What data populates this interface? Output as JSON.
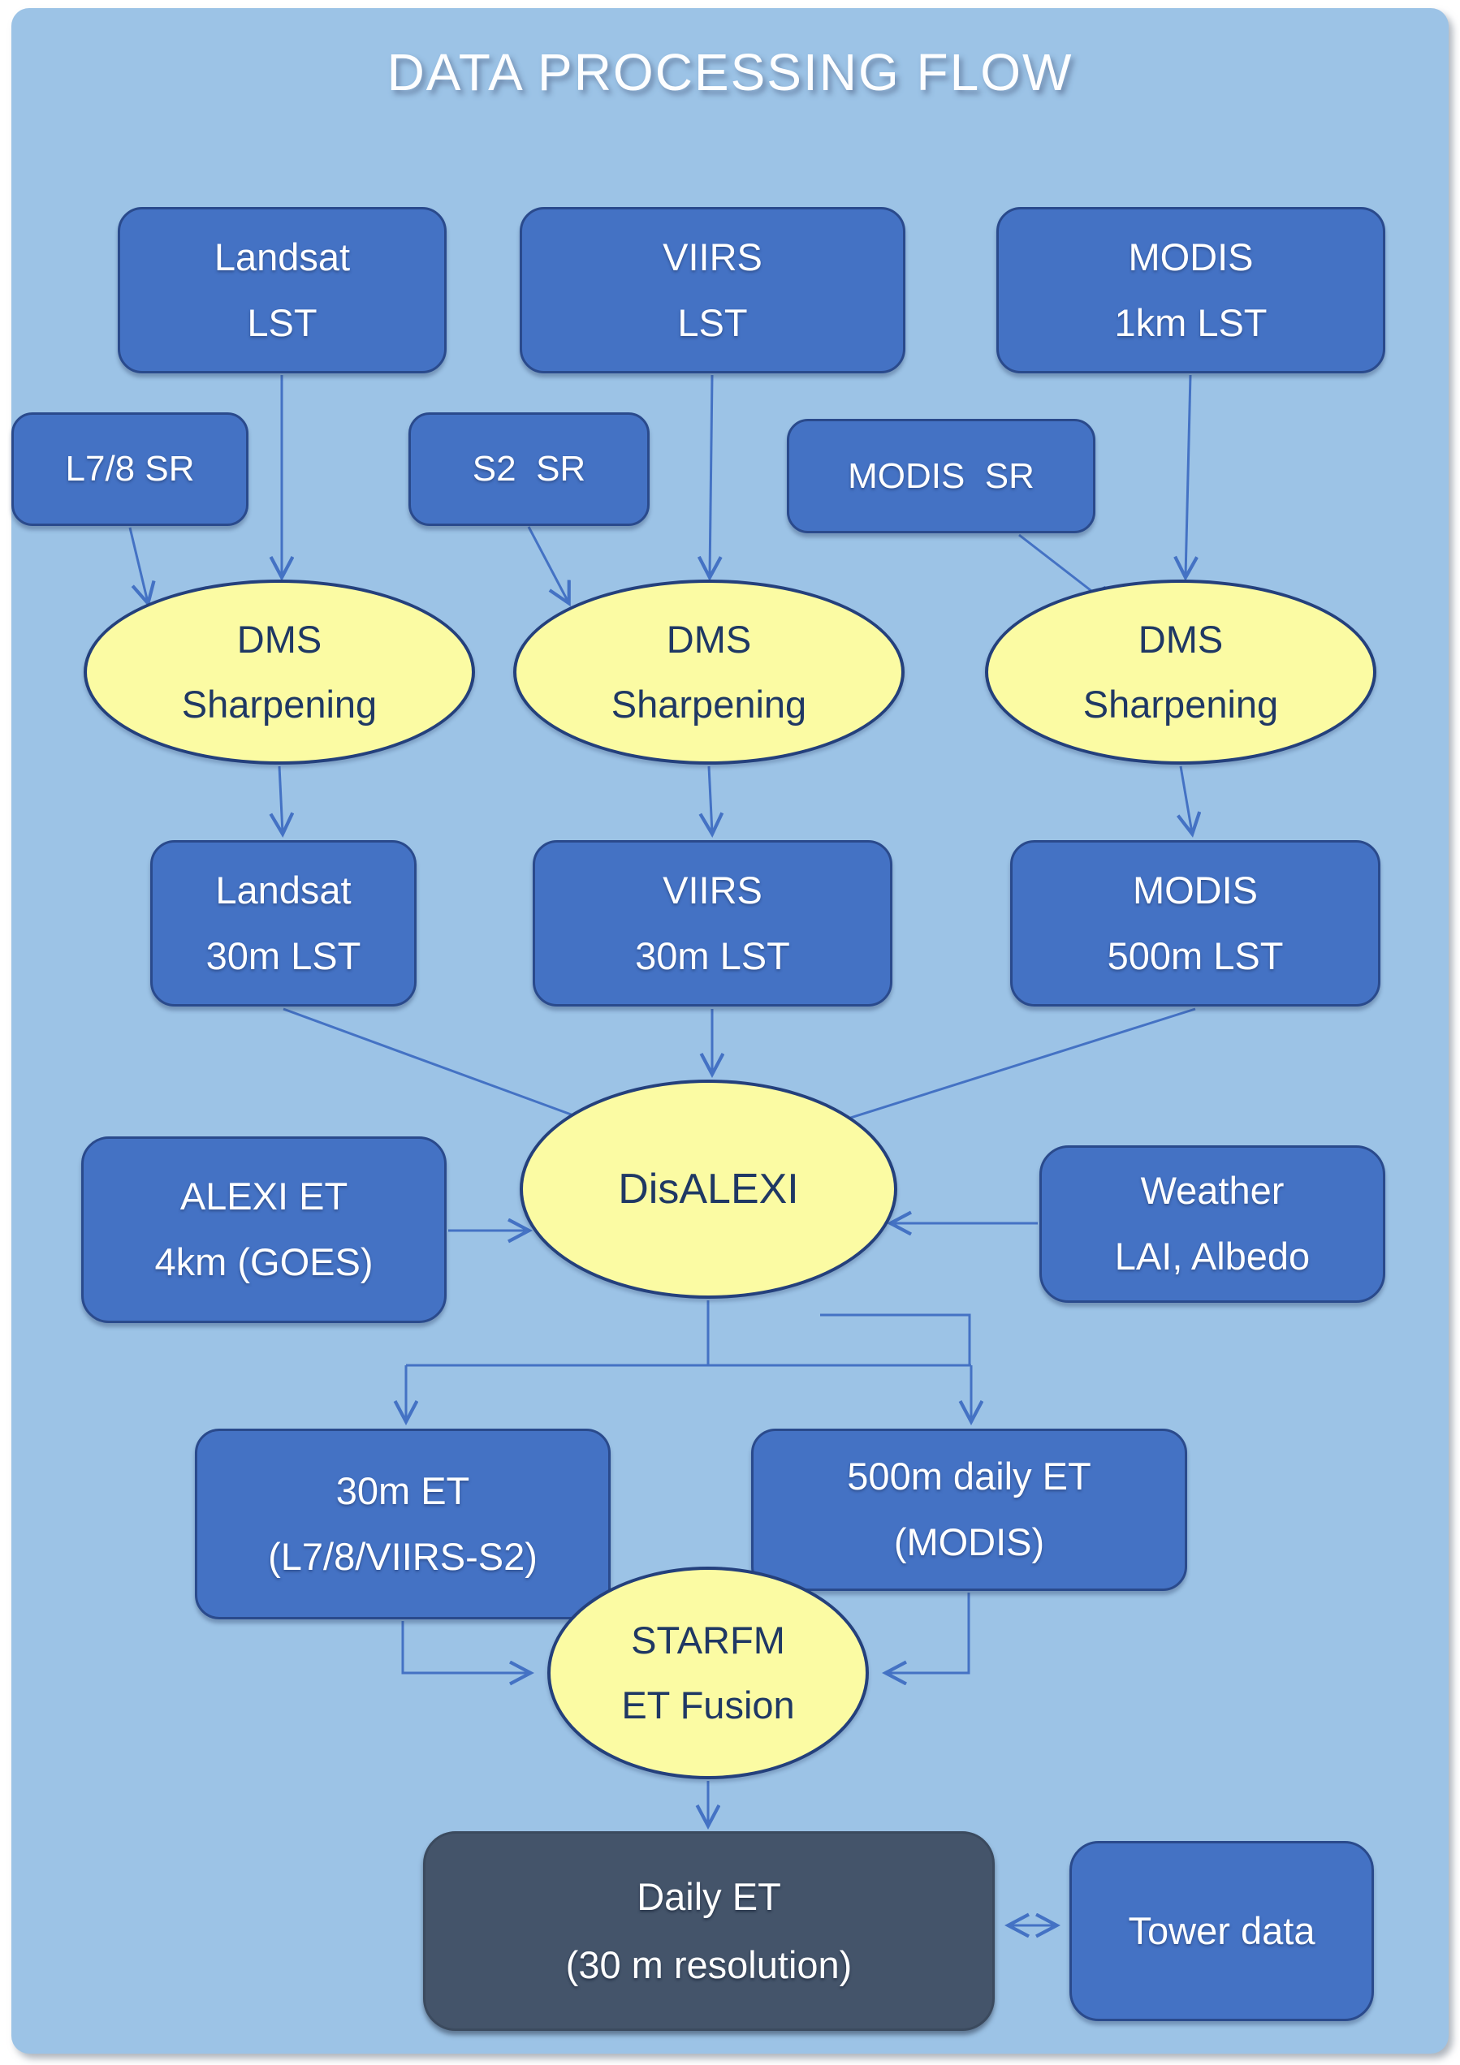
{
  "title": "DATA PROCESSING FLOW",
  "colors": {
    "page_background": "#FFFFFF",
    "canvas_background": "#9CC3E6",
    "process_box_fill": "#4472C4",
    "process_box_border": "#2A4A8C",
    "ellipse_fill": "#FBFBA3",
    "ellipse_border": "#24407C",
    "ellipse_text": "#1F3864",
    "result_box_fill": "#44546A",
    "box_text": "#FFFFFF",
    "arrow": "#4472C4",
    "title_text": "#FFFFFF"
  },
  "icons": {
    "arrowhead_style": "open-chevron",
    "bidirectional_arrow": "double-headed-open-arrow"
  },
  "nodes": {
    "landsat_lst": {
      "lines": [
        "Landsat",
        "LST"
      ]
    },
    "viirs_lst": {
      "lines": [
        "VIIRS",
        "LST"
      ]
    },
    "modis_1km_lst": {
      "lines": [
        "MODIS",
        "1km LST"
      ]
    },
    "l78_sr": {
      "lines": [
        "L7/8 SR"
      ]
    },
    "s2_sr": {
      "lines": [
        "S2  SR"
      ]
    },
    "modis_sr": {
      "lines": [
        "MODIS  SR"
      ]
    },
    "dms_1": {
      "lines": [
        "DMS",
        "Sharpening"
      ]
    },
    "dms_2": {
      "lines": [
        "DMS",
        "Sharpening"
      ]
    },
    "dms_3": {
      "lines": [
        "DMS",
        "Sharpening"
      ]
    },
    "landsat_30m_lst": {
      "lines": [
        "Landsat",
        "30m LST"
      ]
    },
    "viirs_30m_lst": {
      "lines": [
        "VIIRS",
        "30m LST"
      ]
    },
    "modis_500m_lst": {
      "lines": [
        "MODIS",
        "500m LST"
      ]
    },
    "alexi_et": {
      "lines": [
        "ALEXI ET",
        "4km (GOES)"
      ]
    },
    "disalexi": {
      "lines": [
        "DisALEXI"
      ]
    },
    "weather": {
      "lines": [
        "Weather",
        "LAI, Albedo"
      ]
    },
    "et_30m": {
      "lines": [
        "30m ET",
        "(L7/8/VIIRS-S2)"
      ]
    },
    "et_500m_daily": {
      "lines": [
        "500m daily ET",
        "(MODIS)"
      ]
    },
    "starfm": {
      "lines": [
        "STARFM",
        "ET Fusion"
      ]
    },
    "daily_et": {
      "lines": [
        "Daily ET",
        "(30 m resolution)"
      ]
    },
    "tower_data": {
      "lines": [
        "Tower data"
      ]
    }
  }
}
